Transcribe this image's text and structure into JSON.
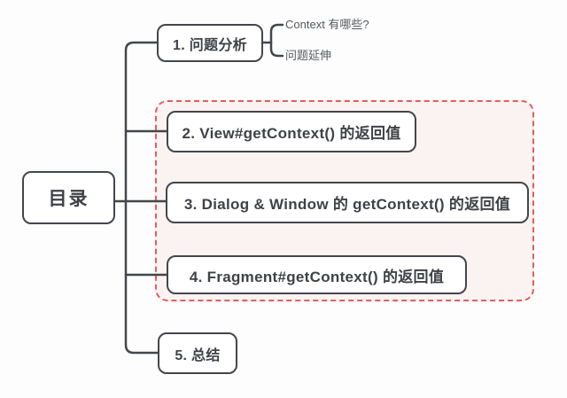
{
  "diagram": {
    "root": {
      "label": "目录"
    },
    "branches": [
      {
        "label": "1. 问题分析",
        "children": [
          {
            "label": "Context 有哪些?"
          },
          {
            "label": "问题延伸"
          }
        ]
      },
      {
        "label": "2. View#getContext() 的返回值"
      },
      {
        "label": "3. Dialog & Window 的 getContext() 的返回值"
      },
      {
        "label": "4. Fragment#getContext() 的返回值"
      },
      {
        "label": "5. 总结"
      }
    ],
    "group": {
      "branches": [
        2,
        3,
        4
      ],
      "style": "red-dashed-highlight"
    }
  },
  "colors": {
    "background": "#fdfdfd",
    "node_border": "#43464b",
    "node_text": "#3f4246",
    "line": "#43464b",
    "group_border": "#df5f5c",
    "group_fill": "#fbf2f2",
    "sub_text": "#565a5e"
  }
}
